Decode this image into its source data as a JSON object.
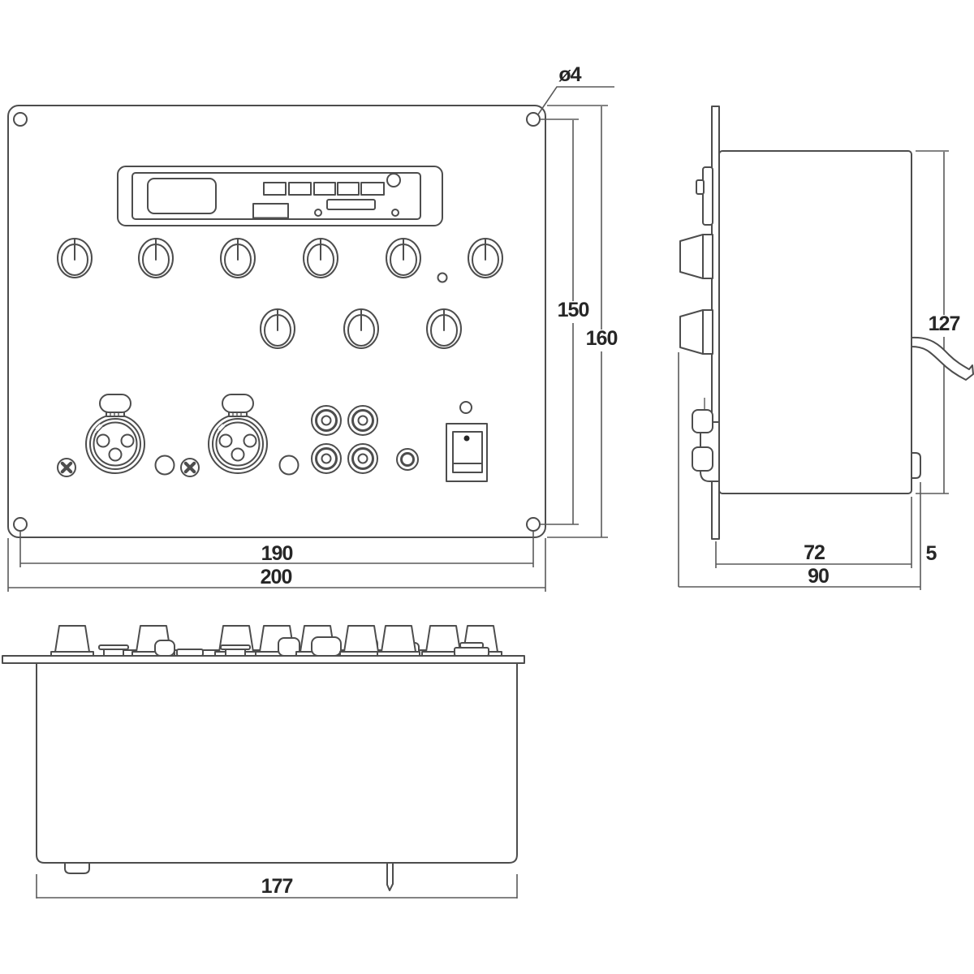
{
  "drawing": {
    "type": "dimensional-technical-drawing",
    "views": {
      "front": {
        "label": "front-view",
        "dimensions": {
          "hole_diameter": "ø4",
          "hole_spacing_vertical": "150",
          "panel_height": "160",
          "hole_spacing_horizontal": "190",
          "panel_width": "200"
        }
      },
      "side": {
        "label": "side-view",
        "dimensions": {
          "chassis_height": "127",
          "chassis_depth": "72",
          "rear_protrusion": "5",
          "total_depth": "90"
        }
      },
      "bottom": {
        "label": "bottom-view",
        "dimensions": {
          "chassis_width": "177"
        }
      }
    },
    "components": {
      "front_panel": {
        "corner_holes": 4,
        "media_player_module": 1,
        "module_buttons": 5,
        "knobs_row1": 6,
        "knobs_row2": 3,
        "leds": 2,
        "xlr_sockets": 2,
        "screws": 2,
        "round_holes": 2,
        "rca_jacks": 4,
        "mini_jack": 1,
        "rocker_switch": 1
      },
      "rear": {
        "cable": 1
      }
    },
    "colors": {
      "line": "#4d4d4d",
      "text": "#262626",
      "background": "#ffffff"
    }
  }
}
